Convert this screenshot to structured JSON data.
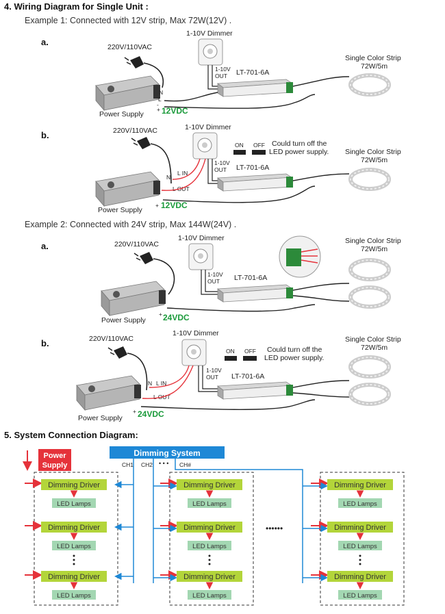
{
  "section4": {
    "title": "4. Wiring Diagram for Single Unit :",
    "example1": "Example 1: Connected with 12V strip, Max 72W(12V)  .",
    "example2": "Example 2: Connected with 24V strip, Max 144W(24V)  ."
  },
  "labels": {
    "a": "a.",
    "b": "b.",
    "ac_input": "220V/110VAC",
    "dimmer": "1-10V Dimmer",
    "dimmer_out_1": "1-10V",
    "dimmer_out_2": "OUT",
    "controller": "LT-701-6A",
    "strip_1": "Single Color Strip",
    "strip_2": "72W/5m",
    "power_supply": "Power Supply",
    "vdc12": "12VDC",
    "vdc24": "24VDC",
    "on": "ON",
    "off": "OFF",
    "turn_off_1": "Could turn off the",
    "turn_off_2": "LED power supply.",
    "l_in": "L  IN",
    "l_out": "L OUT",
    "n": "N",
    "l": "L",
    "plus": "+",
    "minus": "-"
  },
  "section5": {
    "title": "5. System Connection Diagram:",
    "power_supply_1": "Power",
    "power_supply_2": "Supply",
    "dimming_system": "Dimming System",
    "ch1": "CH1",
    "ch2": "CH2",
    "chn": "CH#",
    "dots": "• • •",
    "ellipsis": "••••••",
    "driver": "Dimming Driver",
    "lamps": "LED Lamps",
    "vdots": "•\n•\n•"
  },
  "colors": {
    "green_text": "#1a9a3a",
    "driver_fill": "#b3d53a",
    "lamps_fill": "#a3d7b2",
    "blue": "#1e88d6",
    "red": "#e5323a"
  }
}
